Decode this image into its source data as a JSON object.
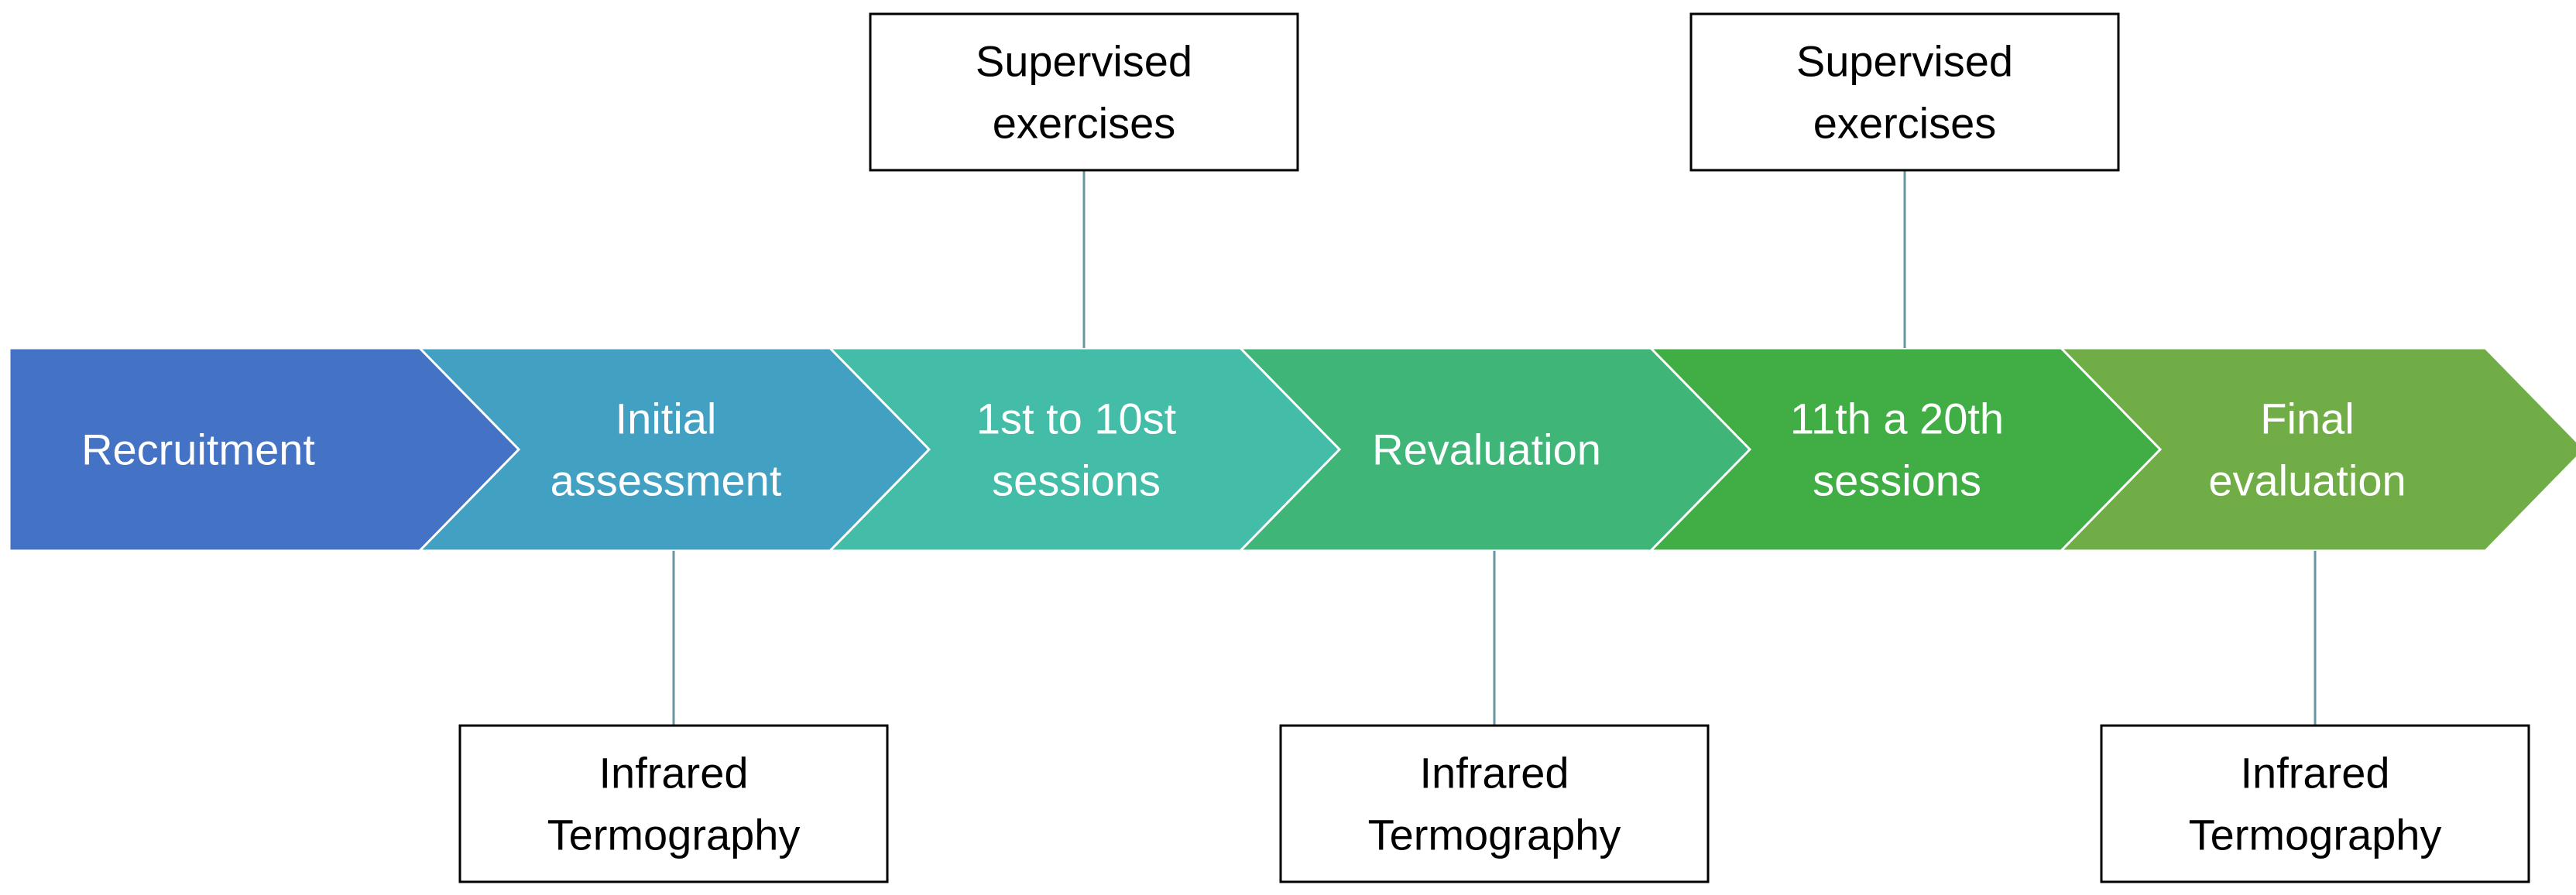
{
  "stages": [
    {
      "lines": [
        "Recruitment"
      ],
      "color": "#4472c4"
    },
    {
      "lines": [
        "Initial",
        "assessment"
      ],
      "color": "#42a0c2"
    },
    {
      "lines": [
        "1st to 10st",
        "sessions"
      ],
      "color": "#43bda7"
    },
    {
      "lines": [
        "Revaluation"
      ],
      "color": "#3fb577"
    },
    {
      "lines": [
        "11th a 20th",
        "sessions"
      ],
      "color": "#40ae44"
    },
    {
      "lines": [
        "Final",
        "evaluation"
      ],
      "color": "#70ad47"
    }
  ],
  "top_notes": [
    {
      "stage": 2,
      "lines": [
        "Supervised",
        "exercises"
      ]
    },
    {
      "stage": 4,
      "lines": [
        "Supervised",
        "exercises"
      ]
    }
  ],
  "bottom_notes": [
    {
      "stage": 1,
      "lines": [
        "Infrared",
        "Termography"
      ]
    },
    {
      "stage": 3,
      "lines": [
        "Infrared",
        "Termography"
      ]
    },
    {
      "stage": 5,
      "lines": [
        "Infrared",
        "Termography"
      ]
    }
  ],
  "connector_color": "#6a96a3"
}
